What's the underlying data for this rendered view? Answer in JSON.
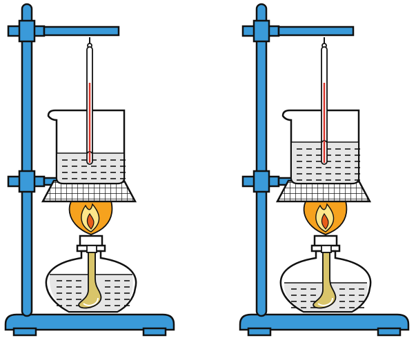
{
  "colors": {
    "stand_blue": "#3a9ad9",
    "stand_dark": "#1b5f8f",
    "outline": "#111111",
    "glass": "#ffffff",
    "liquid": "#e6e6e6",
    "gauze": "#ffffff",
    "flame_outer": "#f6a21e",
    "flame_inner": "#fde68a",
    "flame_core": "#e85d1a",
    "wick": "#d9c56a",
    "thermometer_red": "#d9342b"
  },
  "setups": [
    {
      "id": "left",
      "icon": "heating-apparatus-icon",
      "beaker_liquid_level": "low",
      "burner_fuel_level": "high"
    },
    {
      "id": "right",
      "icon": "heating-apparatus-icon",
      "beaker_liquid_level": "high",
      "burner_fuel_level": "low"
    }
  ]
}
